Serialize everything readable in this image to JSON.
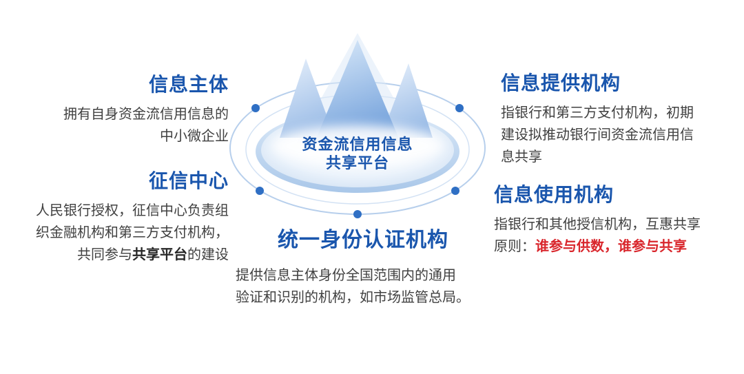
{
  "colors": {
    "heading": "#1a56ad",
    "body": "#404040",
    "red": "#d9262c",
    "dot": "#2f6fc4",
    "mountain_blue": "#76a3dc",
    "orbit_blue": "#b7cfec"
  },
  "center": {
    "title": "资金流信用信息\n共享平台"
  },
  "nodes": {
    "info_subject": {
      "title": "信息主体",
      "body": "拥有自身资金流信用信息的\n中小微企业"
    },
    "credit_center": {
      "title": "征信中心",
      "body_1": "人民银行授权，征信中心负责组\n织金融机构和第三方支付机构，\n共同参与",
      "body_bold": "共享平台",
      "body_2": "的建设"
    },
    "info_provider": {
      "title": "信息提供机构",
      "body": "指银行和第三方支付机构，初期\n建设拟推动银行间资金流信用信\n息共享"
    },
    "info_user": {
      "title": "信息使用机构",
      "body_1": "指银行和其他授信机构，互惠共享\n原则：",
      "body_red": "谁参与供数，谁参与共享"
    },
    "auth_org": {
      "title": "统一身份认证机构",
      "body": "提供信息主体身份全国范围内的通用\n验证和识别的机构，如市场监管总局。"
    }
  }
}
